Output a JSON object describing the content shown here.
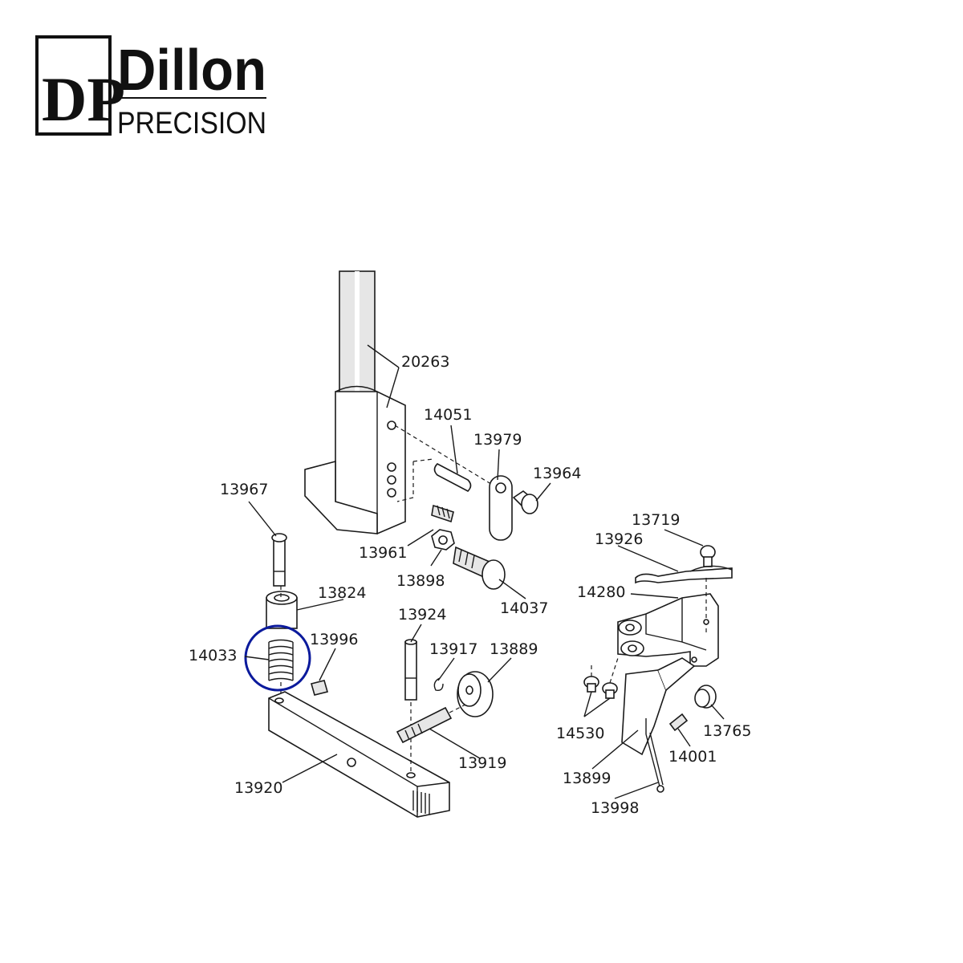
{
  "brand": {
    "monogram": "DP",
    "name": "Dillon",
    "subtitle": "PRECISION"
  },
  "highlight": {
    "part": "14033",
    "color": "#0b1a9c"
  },
  "parts": [
    {
      "id": "20263",
      "label": "20263"
    },
    {
      "id": "14051",
      "label": "14051"
    },
    {
      "id": "13979",
      "label": "13979"
    },
    {
      "id": "13964",
      "label": "13964"
    },
    {
      "id": "13967",
      "label": "13967"
    },
    {
      "id": "13961",
      "label": "13961"
    },
    {
      "id": "13898",
      "label": "13898"
    },
    {
      "id": "14037",
      "label": "14037"
    },
    {
      "id": "13824",
      "label": "13824"
    },
    {
      "id": "13924",
      "label": "13924"
    },
    {
      "id": "13996",
      "label": "13996"
    },
    {
      "id": "13917",
      "label": "13917"
    },
    {
      "id": "13889",
      "label": "13889"
    },
    {
      "id": "14033",
      "label": "14033"
    },
    {
      "id": "13919",
      "label": "13919"
    },
    {
      "id": "13920",
      "label": "13920"
    },
    {
      "id": "13719",
      "label": "13719"
    },
    {
      "id": "13926",
      "label": "13926"
    },
    {
      "id": "14280",
      "label": "14280"
    },
    {
      "id": "14530",
      "label": "14530"
    },
    {
      "id": "13765",
      "label": "13765"
    },
    {
      "id": "14001",
      "label": "14001"
    },
    {
      "id": "13899",
      "label": "13899"
    },
    {
      "id": "13998",
      "label": "13998"
    }
  ]
}
